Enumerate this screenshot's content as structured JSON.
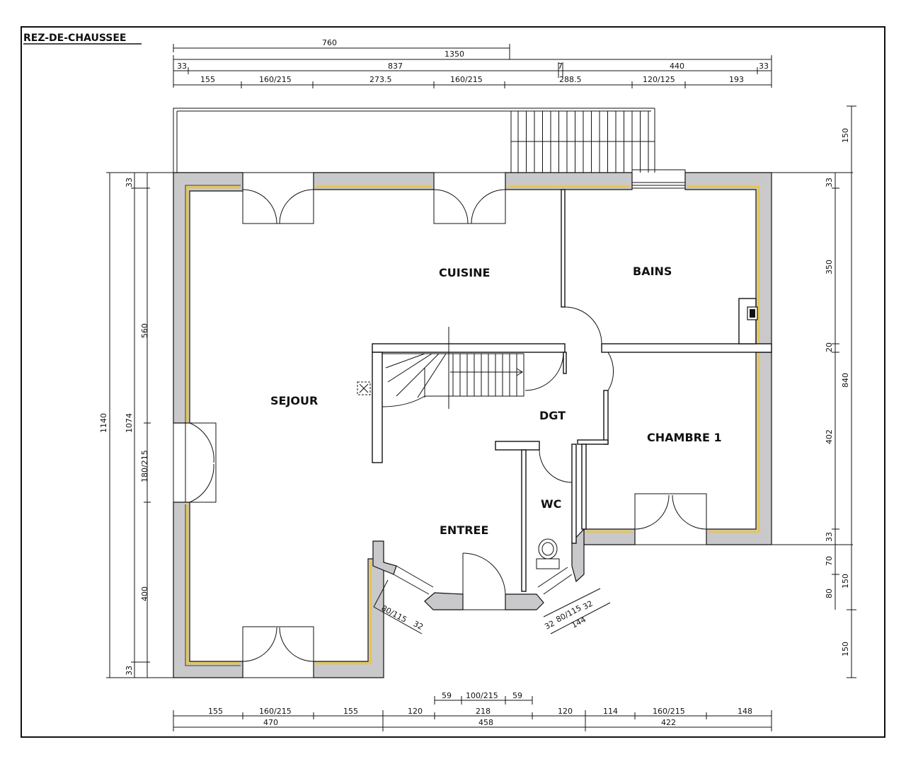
{
  "title": "REZ-DE-CHAUSSEE",
  "rooms": {
    "cuisine": "CUISINE",
    "bains": "BAINS",
    "sejour": "SEJOUR",
    "dgt": "DGT",
    "chambre": "CHAMBRE 1",
    "wc": "WC",
    "entree": "ENTREE"
  },
  "top_dims": {
    "row1": [
      "760"
    ],
    "row2": [
      "1350"
    ],
    "row3": [
      "33",
      "837",
      "7",
      "440",
      "33"
    ],
    "row4": [
      "155",
      "160/215",
      "273.5",
      "160/215",
      "288.5",
      "120/125",
      "193"
    ]
  },
  "bottom_dims": {
    "row1": [
      "59",
      "100/215",
      "59"
    ],
    "row2": [
      "155",
      "160/215",
      "155",
      "120",
      "218",
      "120",
      "114",
      "160/215",
      "148"
    ],
    "row3": [
      "470",
      "458",
      "422"
    ]
  },
  "left_dims": {
    "outer": [
      "1140"
    ],
    "mid": [
      "1074"
    ],
    "inner": [
      "33",
      "560",
      "180/215",
      "400",
      "33"
    ]
  },
  "right_dims": {
    "inner": [
      "150",
      "33",
      "350",
      "20",
      "402",
      "33",
      "70",
      "80"
    ],
    "outer": [
      "840",
      "150",
      "150"
    ]
  },
  "diag_dims": {
    "left": [
      "80/115",
      "32"
    ],
    "right": [
      "32",
      "80/115",
      "32",
      "144"
    ]
  },
  "colors": {
    "wall": "#c9c9cc",
    "insulation": "#e8c54a",
    "line": "#111111"
  }
}
